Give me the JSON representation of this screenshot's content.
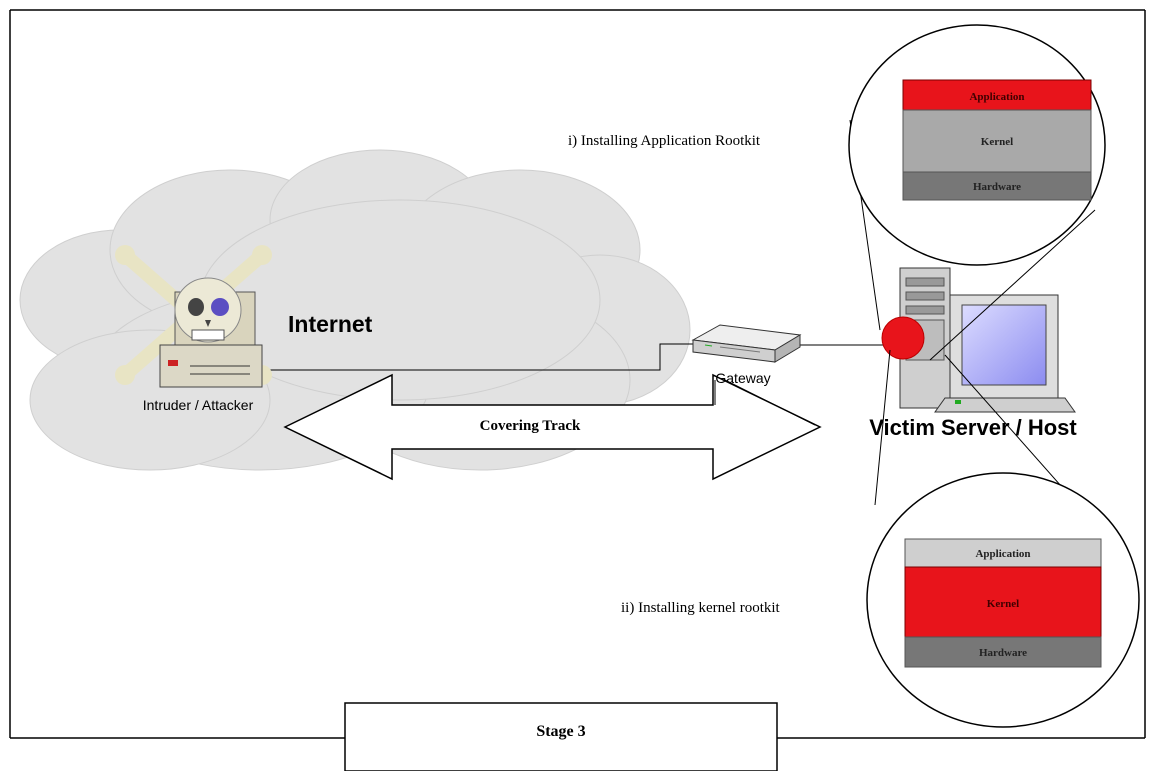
{
  "labels": {
    "internet": "Internet",
    "attacker": "Intruder / Attacker",
    "gateway": "Gateway",
    "covering_track": "Covering Track",
    "victim": "Victim Server / Host",
    "app_rootkit": "i) Installing Application Rootkit",
    "kernel_rootkit": "ii) Installing kernel rootkit",
    "stage": "Stage 3"
  },
  "layers_top": {
    "application": "Application",
    "kernel": "Kernel",
    "hardware": "Hardware"
  },
  "layers_bottom": {
    "application": "Application",
    "kernel": "Kernel",
    "hardware": "Hardware"
  },
  "colors": {
    "infected": "#e8141b",
    "layer_grey": "#a9a9a9",
    "layer_dark": "#777777",
    "layer_light": "#cfcfcf",
    "cloud": "#e2e2e2"
  }
}
